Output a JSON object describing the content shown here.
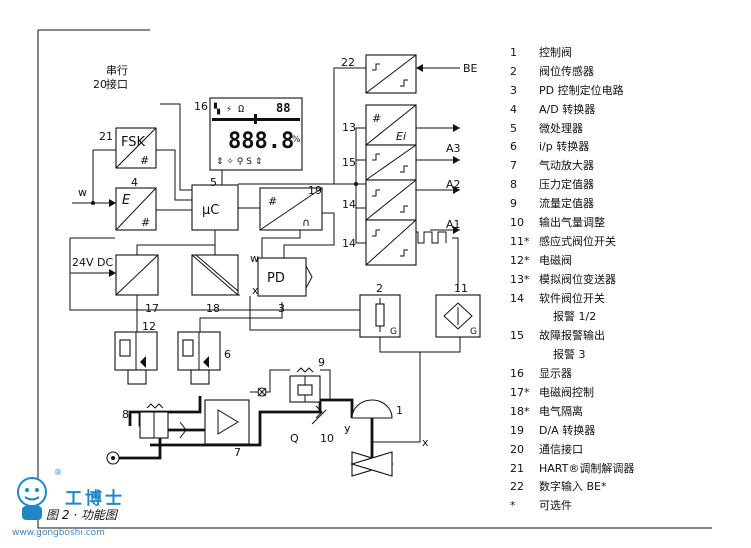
{
  "diagram": {
    "caption": "图 2 · 功能图",
    "serial_port_label": [
      "串行",
      "接口"
    ],
    "serial_port_number": "20",
    "input_w": "w",
    "input_24v": "24V DC",
    "input_be": "BE",
    "output_a1": "A1",
    "output_a2": "A2",
    "output_a3": "A3",
    "fsk_label": "FSK",
    "hash": "#",
    "e_label": "E",
    "uc_label": "μC",
    "pd_label": "PD",
    "ei_label": "Ei",
    "g_label": "G",
    "w_small": "w",
    "x_small": "x",
    "y_label": "y",
    "q_label": "Q",
    "x_label": "x",
    "lcd_digits": "888.8",
    "lcd_percent": "%",
    "lcd_top_digits": "88",
    "lcd_bottom_icons": "⇕ ✧ ⚲ S ⇕",
    "num": {
      "n1": "1",
      "n2": "2",
      "n3": "3",
      "n4": "4",
      "n5": "5",
      "n6": "6",
      "n7": "7",
      "n8": "8",
      "n9": "9",
      "n10": "10",
      "n11": "11",
      "n12": "12",
      "n13": "13",
      "n14a": "14",
      "n14b": "14",
      "n15": "15",
      "n16": "16",
      "n17": "17",
      "n18": "18",
      "n19": "19",
      "n21": "21",
      "n22": "22"
    }
  },
  "legend": [
    {
      "num": "1",
      "text": "控制阀"
    },
    {
      "num": "2",
      "text": "阀位传感器"
    },
    {
      "num": "3",
      "text": "PD 控制定位电路"
    },
    {
      "num": "4",
      "text": "A/D 转换器"
    },
    {
      "num": "5",
      "text": "微处理器"
    },
    {
      "num": "6",
      "text": "i/p 转换器"
    },
    {
      "num": "7",
      "text": "气动放大器"
    },
    {
      "num": "8",
      "text": "压力定值器"
    },
    {
      "num": "9",
      "text": "流量定值器"
    },
    {
      "num": "10",
      "text": "输出气量调整"
    },
    {
      "num": "11*",
      "text": "感应式阀位开关"
    },
    {
      "num": "12*",
      "text": "电磁阀"
    },
    {
      "num": "13*",
      "text": "模拟阀位变送器"
    },
    {
      "num": "14",
      "text": "软件阀位开关"
    },
    {
      "num": "",
      "text": "报警 1/2",
      "sub": true
    },
    {
      "num": "15",
      "text": "故障报警输出"
    },
    {
      "num": "",
      "text": "报警 3",
      "sub": true
    },
    {
      "num": "16",
      "text": "显示器"
    },
    {
      "num": "17*",
      "text": "电磁阀控制"
    },
    {
      "num": "18*",
      "text": "电气隔离"
    },
    {
      "num": "19",
      "text": "D/A 转换器"
    },
    {
      "num": "20",
      "text": "通信接口"
    },
    {
      "num": "21",
      "text": "HART®调制解调器"
    },
    {
      "num": "22",
      "text": "数字输入 BE*"
    },
    {
      "num": "*",
      "text": "可选件"
    }
  ],
  "watermark": {
    "brand": "工博士",
    "registered": "®",
    "url": "www.gongboshi.com"
  }
}
